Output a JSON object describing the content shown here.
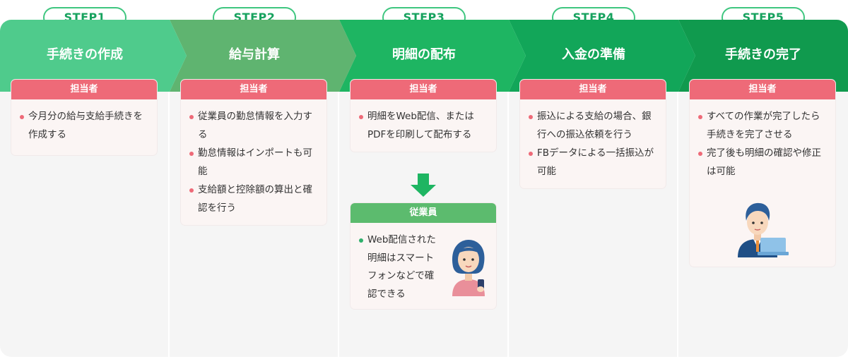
{
  "steps": [
    {
      "badge": "STEP1",
      "title": "手続きの作成",
      "card_header": "担当者",
      "items": [
        "今月分の給与支給手続きを作成する"
      ]
    },
    {
      "badge": "STEP2",
      "title": "給与計算",
      "card_header": "担当者",
      "items": [
        "従業員の勤怠情報を入力する",
        "勤怠情報はインポートも可能",
        "支給額と控除額の算出と確認を行う"
      ]
    },
    {
      "badge": "STEP3",
      "title": "明細の配布",
      "card_header": "担当者",
      "items": [
        "明細をWeb配信、またはPDFを印刷して配布する"
      ],
      "sub_card_header": "従業員",
      "sub_items": [
        "Web配信された明細はスマートフォンなどで確認できる"
      ]
    },
    {
      "badge": "STEP4",
      "title": "入金の準備",
      "card_header": "担当者",
      "items": [
        "振込による支給の場合、銀行への振込依頼を行う",
        "FBデータによる一括振込が可能"
      ]
    },
    {
      "badge": "STEP5",
      "title": "手続きの完了",
      "card_header": "担当者",
      "items": [
        "すべての作業が完了したら手続きを完了させる",
        "完了後も明細の確認や修正は可能"
      ]
    }
  ],
  "colors": {
    "step_fills": [
      "#4fcb8c",
      "#5fb470",
      "#1eb562",
      "#12a659",
      "#109a4e"
    ],
    "panel": "#f5f5f5",
    "card_header_pink": "#ee6a78",
    "card_header_green": "#5cbb6e",
    "badge_text": "#16a25e"
  },
  "icons": {
    "down_arrow": "arrow-down-icon",
    "employee": "woman-smartphone-icon",
    "admin": "man-laptop-icon"
  }
}
